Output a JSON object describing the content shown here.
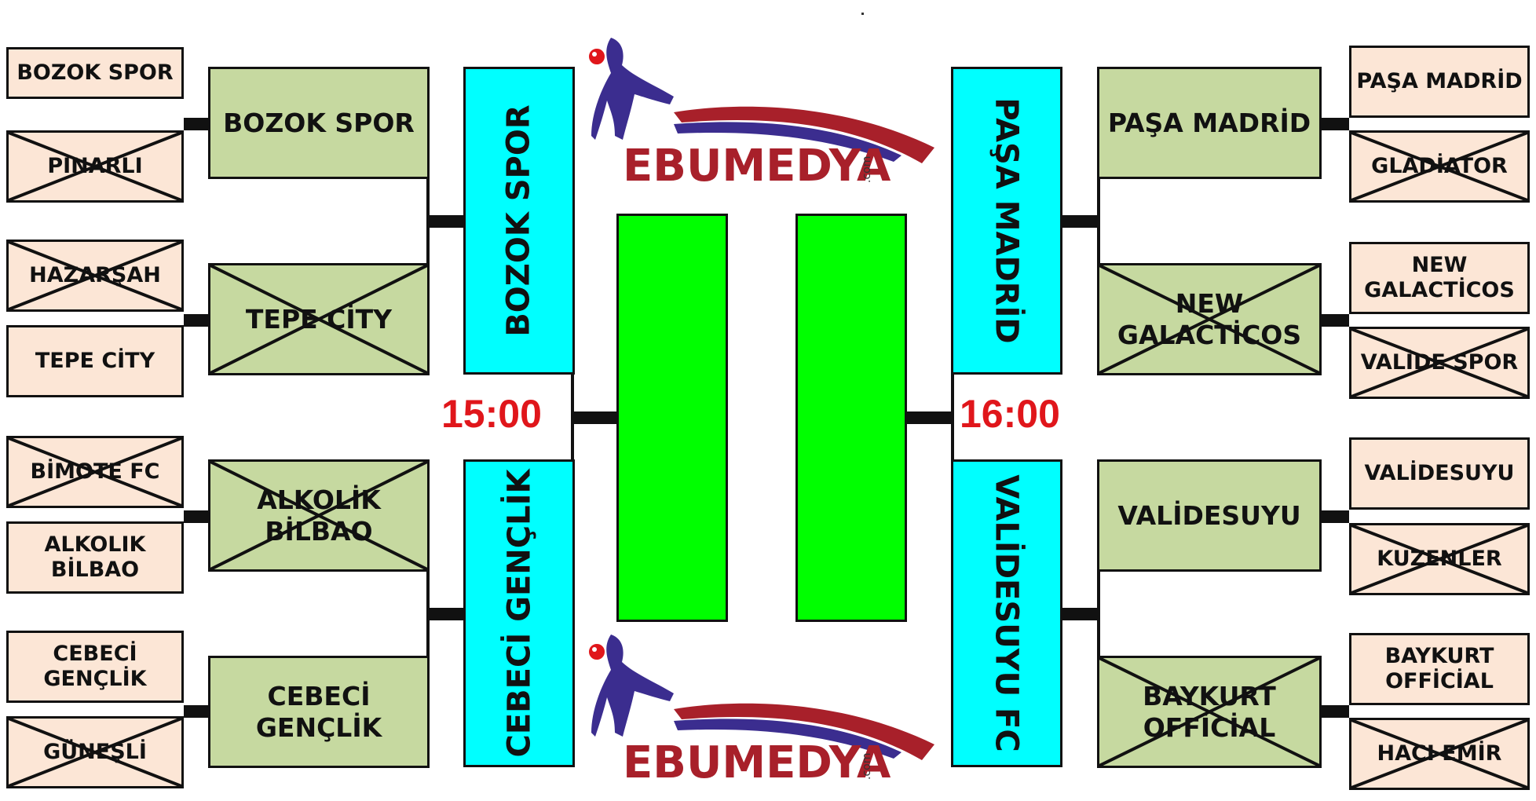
{
  "colors": {
    "round1": "#fce6d6",
    "round2": "#c6d9a0",
    "semifinal": "#00ffff",
    "final": "#00ff00",
    "time": "#e0161b"
  },
  "left": {
    "r1": [
      {
        "name": "BOZOK SPOR",
        "eliminated": false
      },
      {
        "name": "PINARLI",
        "eliminated": true
      },
      {
        "name": "HAZARŞAH",
        "eliminated": true
      },
      {
        "name": "TEPE CİTY",
        "eliminated": false
      },
      {
        "name": "BİMOTE FC",
        "eliminated": true
      },
      {
        "name": "ALKOLIK BİLBAO",
        "eliminated": false
      },
      {
        "name": "CEBECİ GENÇLİK",
        "eliminated": false
      },
      {
        "name": "GÜNEŞLİ",
        "eliminated": true
      }
    ],
    "r2": [
      {
        "name": "BOZOK SPOR",
        "eliminated": false
      },
      {
        "name": "TEPE CİTY",
        "eliminated": true
      },
      {
        "name": "ALKOLİK BİLBAO",
        "eliminated": true
      },
      {
        "name": "CEBECİ GENÇLİK",
        "eliminated": false
      }
    ],
    "semi": [
      "BOZOK SPOR",
      "CEBECİ GENÇLİK"
    ],
    "time": "15:00"
  },
  "right": {
    "r1": [
      {
        "name": "PAŞA MADRİD",
        "eliminated": false
      },
      {
        "name": "GLADİATOR",
        "eliminated": true
      },
      {
        "name": "NEW GALACTİCOS",
        "eliminated": false
      },
      {
        "name": "VALİDE SPOR",
        "eliminated": true
      },
      {
        "name": "VALİDESUYU",
        "eliminated": false
      },
      {
        "name": "KUZENLER",
        "eliminated": true
      },
      {
        "name": "BAYKURT OFFİCİAL",
        "eliminated": false
      },
      {
        "name": "HACI EMİR",
        "eliminated": true
      }
    ],
    "r2": [
      {
        "name": "PAŞA MADRİD",
        "eliminated": false
      },
      {
        "name": "NEW GALACTİCOS",
        "eliminated": true
      },
      {
        "name": "VALİDESUYU",
        "eliminated": false
      },
      {
        "name": "BAYKURT OFFİCİAL",
        "eliminated": true
      }
    ],
    "semi": [
      "PAŞA MADRİD",
      "VALİDESUYU FC"
    ],
    "time": "16:00"
  },
  "logo": {
    "text": "EBUMEDYA",
    "suffix": ".com",
    "icon": "football-player-icon"
  }
}
